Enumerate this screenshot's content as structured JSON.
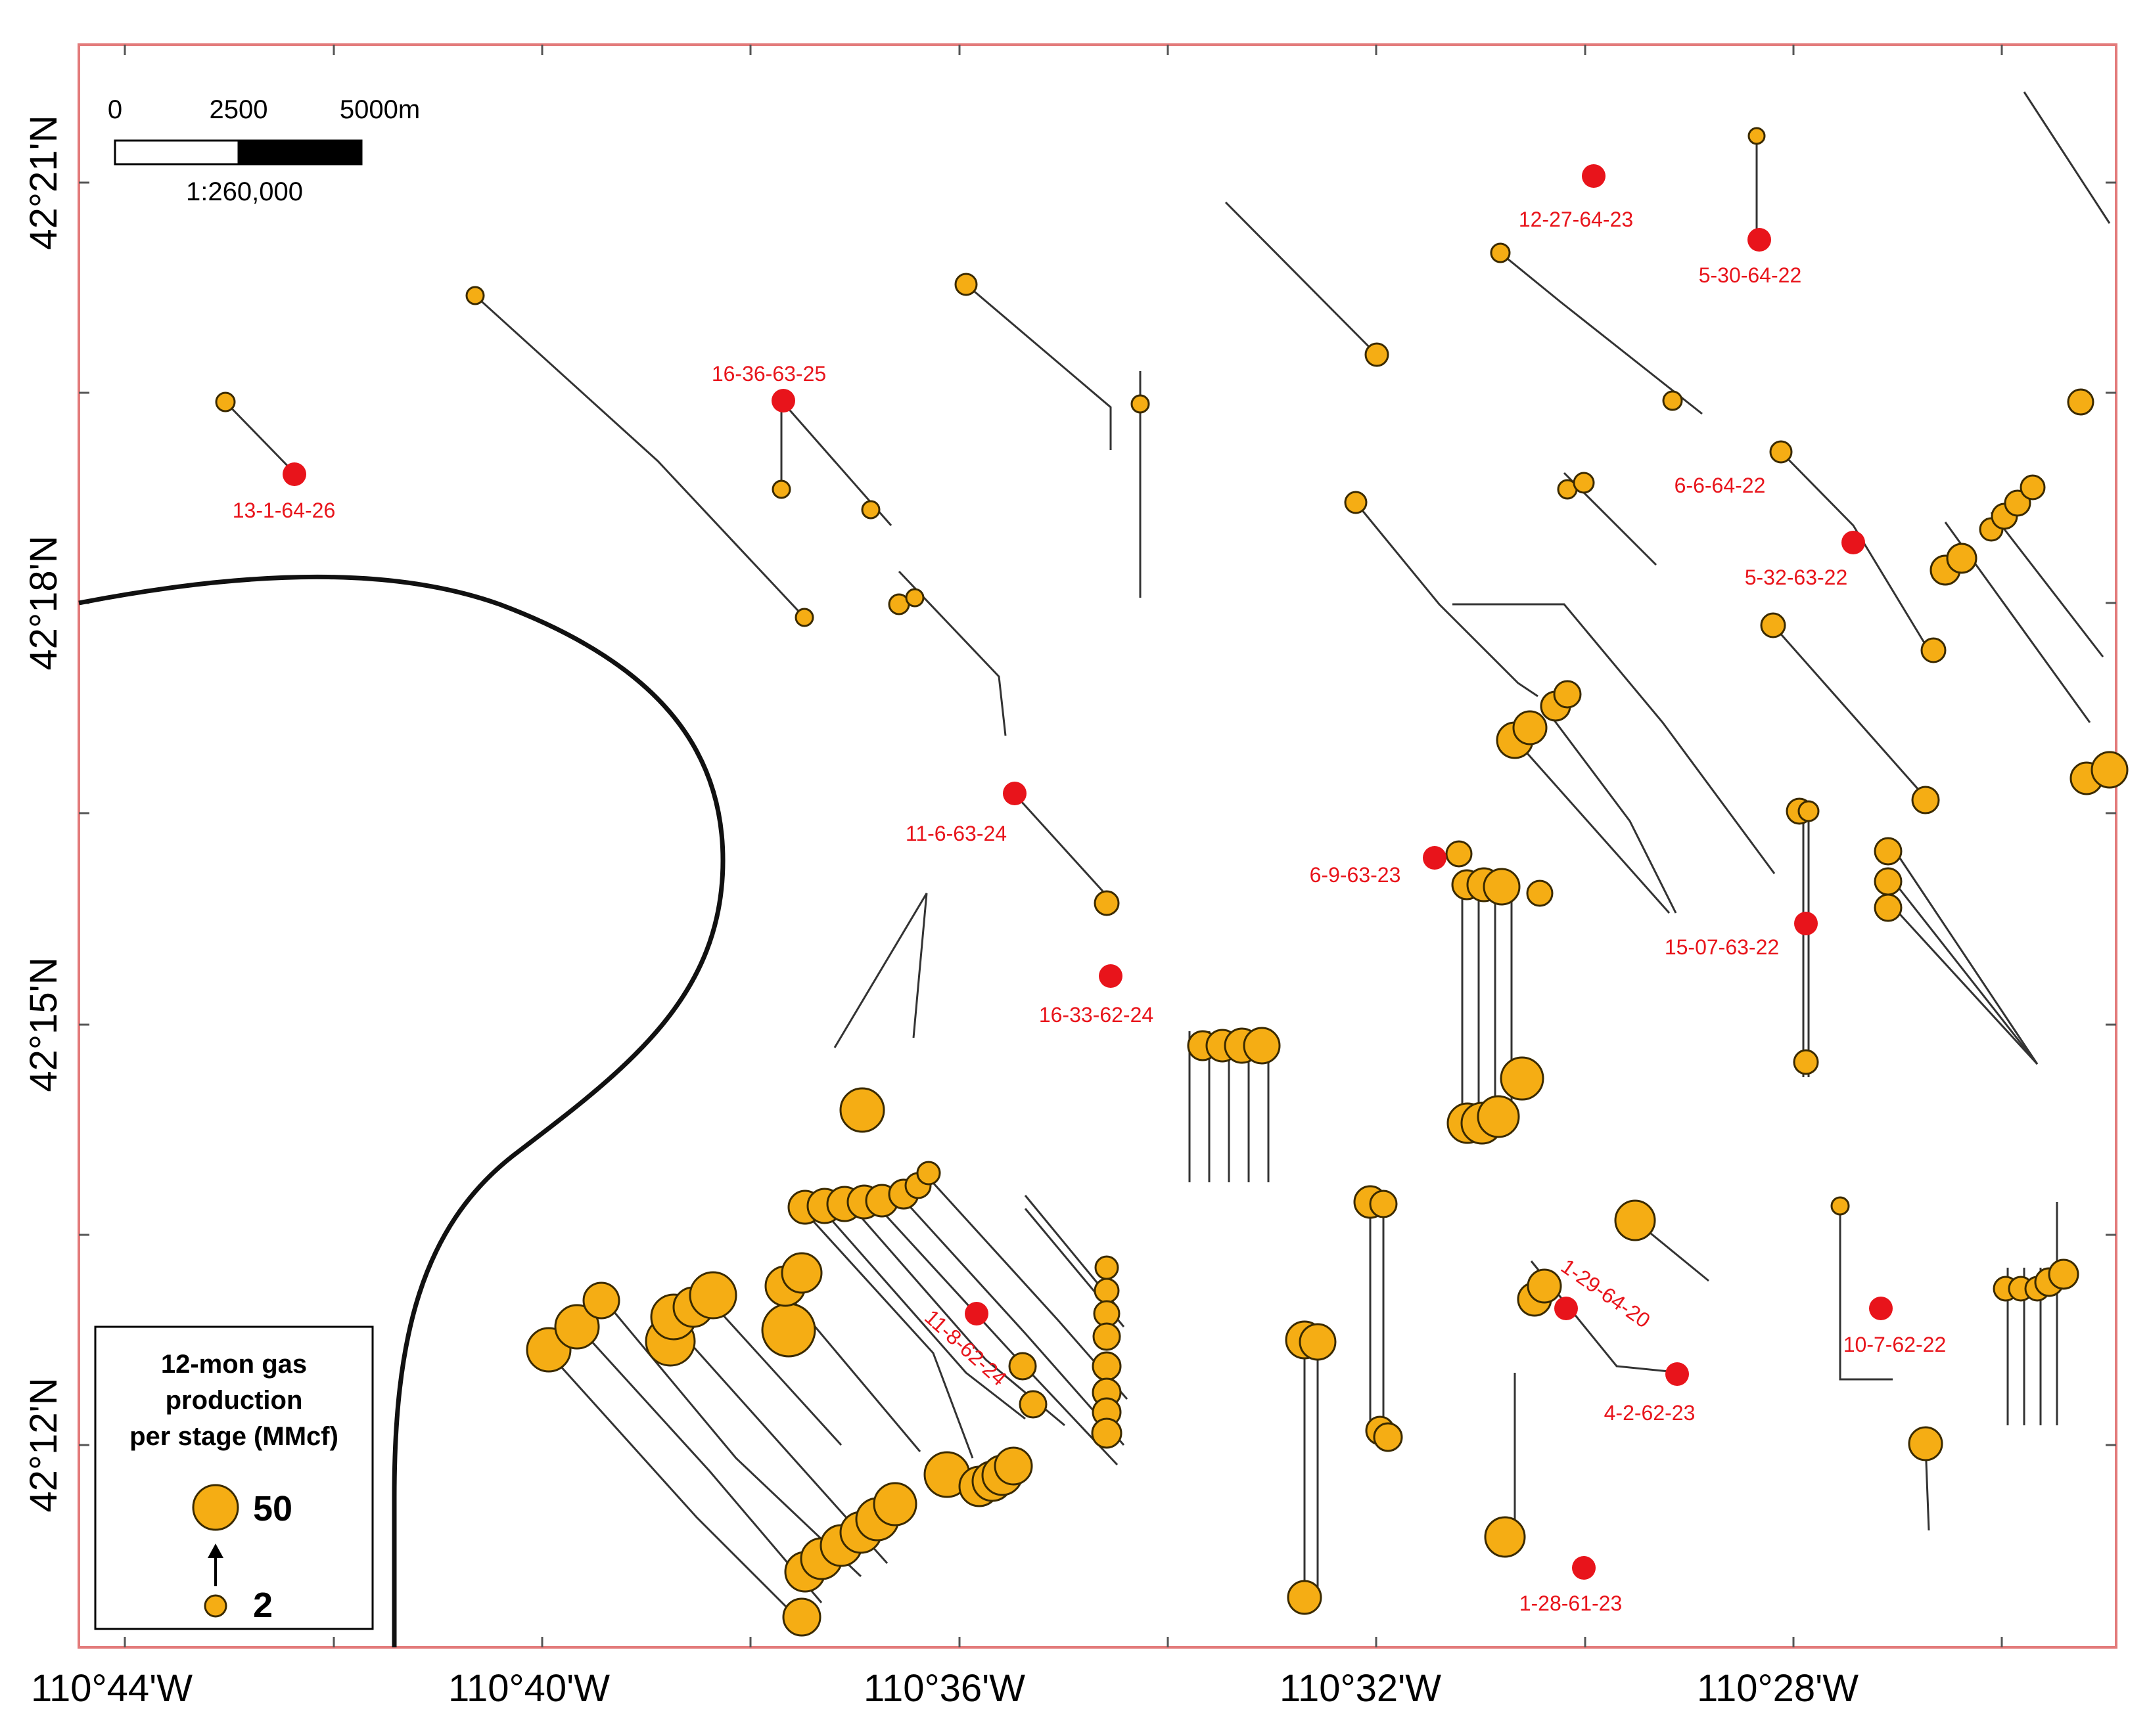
{
  "axes": {
    "x_ticks": [
      "110°44'W",
      "110°40'W",
      "110°36'W",
      "110°32'W",
      "110°28'W"
    ],
    "y_ticks": [
      "42°21'N",
      "42°18'N",
      "42°15'N",
      "42°12'N"
    ]
  },
  "scale_bar": {
    "label_0": "0",
    "label_mid": "2500",
    "label_end": "5000m",
    "ratio": "1:260,000"
  },
  "legend": {
    "title_line1": "12-mon gas",
    "title_line2": "production",
    "title_line3": "per stage (MMcf)",
    "max_value": "50",
    "min_value": "2"
  },
  "wells": [
    {
      "id": "w1",
      "label": "12-27-64-23"
    },
    {
      "id": "w2",
      "label": "5-30-64-22"
    },
    {
      "id": "w3",
      "label": "16-36-63-25"
    },
    {
      "id": "w4",
      "label": "13-1-64-26"
    },
    {
      "id": "w5",
      "label": "6-6-64-22"
    },
    {
      "id": "w6",
      "label": "5-32-63-22"
    },
    {
      "id": "w7",
      "label": "11-6-63-24"
    },
    {
      "id": "w8",
      "label": "6-9-63-23"
    },
    {
      "id": "w9",
      "label": "15-07-63-22"
    },
    {
      "id": "w10",
      "label": "16-33-62-24"
    },
    {
      "id": "w11",
      "label": "11-8-62-24"
    },
    {
      "id": "w12",
      "label": "1-29-64-20"
    },
    {
      "id": "w13",
      "label": "4-2-62-23"
    },
    {
      "id": "w14",
      "label": "10-7-62-22"
    },
    {
      "id": "w15",
      "label": "1-28-61-23"
    }
  ],
  "colors": {
    "frame": "#e37b7b",
    "well_dot": "#e8141b",
    "bubble_fill": "#f5ad14",
    "bubble_stroke": "#3a2a00",
    "path": "#333333"
  }
}
